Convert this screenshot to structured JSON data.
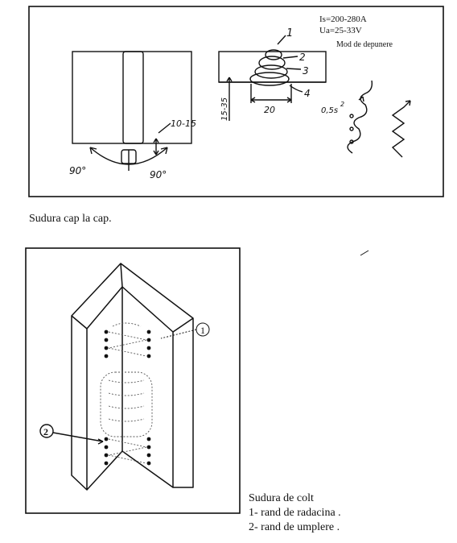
{
  "figure1": {
    "params": {
      "current": "Is=200-280A",
      "voltage": "Ua=25-33V",
      "mode": "Mod de depunere"
    },
    "dimensions": {
      "gap": "10-15",
      "angle_left": "90°",
      "angle_right": "90°",
      "depth": "15-35",
      "width": "20",
      "weave": "0,5s"
    },
    "pass_numbers": [
      "1",
      "2",
      "3",
      "4"
    ],
    "weave_superscript": "2"
  },
  "caption1": "Sudura cap la cap.",
  "figure2": {
    "labels": [
      "1",
      "2"
    ]
  },
  "caption2": {
    "title": "Sudura de colt",
    "line1": "1- rand de radacina .",
    "line2": "2- rand de umplere ."
  },
  "colors": {
    "ink": "#111111",
    "paper": "#ffffff",
    "dotted": "#555555"
  }
}
